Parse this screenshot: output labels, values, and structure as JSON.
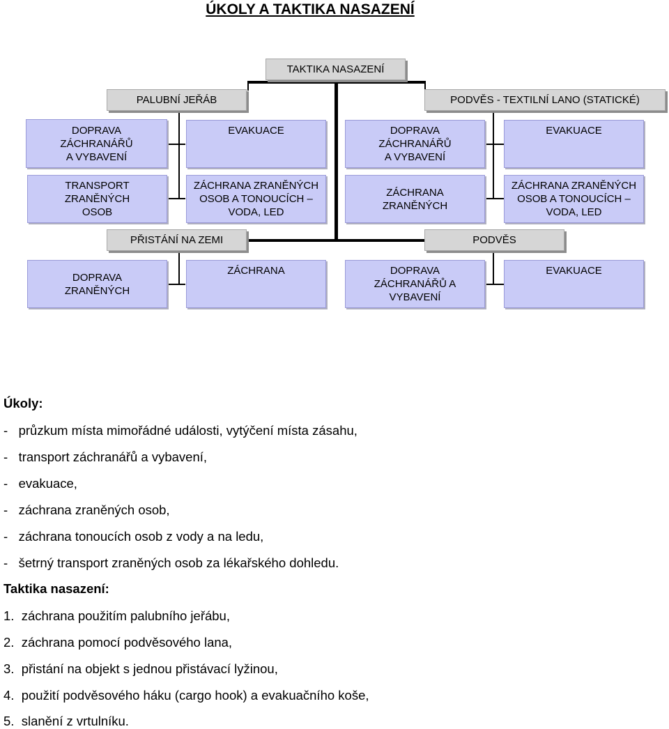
{
  "title": "ÚKOLY A TAKTIKA NASAZENÍ",
  "diagram": {
    "root": "TAKTIKA NASAZENÍ",
    "section1_left": "PALUBNÍ JEŘÁB",
    "section1_right": "PODVĚS - TEXTILNÍ LANO (STATICKÉ)",
    "section2_left": "PŘISTÁNÍ NA ZEMI",
    "section2_right": "PODVĚS",
    "boxes": {
      "a1": "DOPRAVA\nZÁCHRANÁŘŮ\nA VYBAVENÍ",
      "a2": "TRANSPORT\nZRANĚNÝCH\nOSOB",
      "b1": "EVAKUACE",
      "b2": "ZÁCHRANA ZRANĚNÝCH\nOSOB A TONOUCÍCH –\nVODA, LED",
      "c1": "DOPRAVA\nZÁCHRANÁŘŮ\nA VYBAVENÍ",
      "c2": "ZÁCHRANA\nZRANĚNÝCH",
      "d1": "EVAKUACE",
      "d2": "ZÁCHRANA ZRANĚNÝCH\nOSOB A TONOUCÍCH –\nVODA, LED",
      "e1": "DOPRAVA\nZRANĚNÝCH",
      "f1": "ZÁCHRANA",
      "g1": "DOPRAVA\nZÁCHRANÁŘŮ A\nVYBAVENÍ",
      "h1": "EVAKUACE"
    }
  },
  "tasks": {
    "heading": "Úkoly:",
    "items": [
      "-   průzkum místa mimořádné události, vytýčení místa zásahu,",
      "-   transport záchranářů a vybavení,",
      "-   evakuace,",
      "-   záchrana zraněných osob,",
      "-   záchrana tonoucích osob z vody a na ledu,",
      "-   šetrný transport zraněných osob za lékařského dohledu."
    ]
  },
  "tactics": {
    "heading": "Taktika nasazení:",
    "items": [
      "1.  záchrana použitím palubního jeřábu,",
      "2.  záchrana pomocí podvěsového lana,",
      "3.  přistání na objekt s jednou přistávací lyžinou,",
      "4.  použití podvěsového háku (cargo hook) a evakuačního koše,",
      "5.  slanění z vrtulníku."
    ]
  }
}
